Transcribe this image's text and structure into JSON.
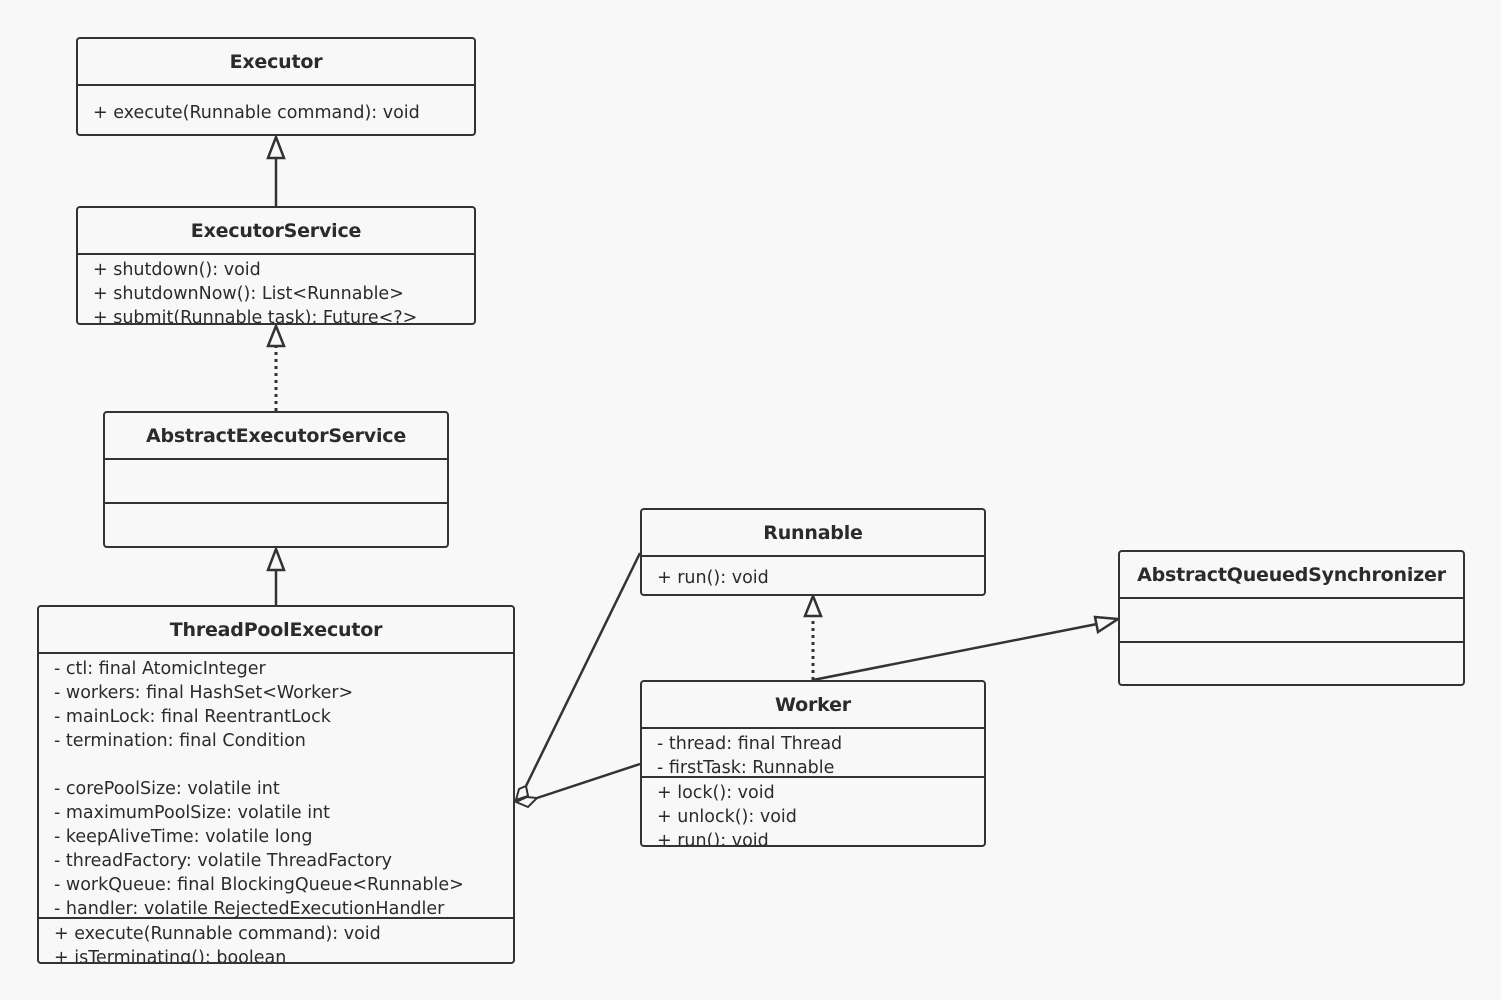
{
  "diagram": {
    "classes": {
      "executor": {
        "name": "Executor",
        "methods": [
          "+ execute(Runnable command): void"
        ]
      },
      "executor_service": {
        "name": "ExecutorService",
        "methods": [
          "+ shutdown(): void",
          "+ shutdownNow(): List<Runnable>",
          "+ submit(Runnable task): Future<?>"
        ]
      },
      "abstract_executor_service": {
        "name": "AbstractExecutorService",
        "attributes": [],
        "methods": []
      },
      "thread_pool_executor": {
        "name": "ThreadPoolExecutor",
        "attributes": [
          "- ctl: final AtomicInteger",
          "- workers: final HashSet<Worker>",
          "- mainLock: final ReentrantLock",
          "- termination: final Condition",
          "",
          "- corePoolSize: volatile int",
          "- maximumPoolSize: volatile int",
          "- keepAliveTime: volatile long",
          "- threadFactory: volatile ThreadFactory",
          "- workQueue: final BlockingQueue<Runnable>",
          "- handler: volatile RejectedExecutionHandler"
        ],
        "methods": [
          "+ execute(Runnable command): void",
          "+ isTerminating(): boolean"
        ]
      },
      "runnable": {
        "name": "Runnable",
        "methods": [
          "+ run(): void"
        ]
      },
      "worker": {
        "name": "Worker",
        "attributes": [
          "- thread: final Thread",
          "- firstTask: Runnable"
        ],
        "methods": [
          "+ lock(): void",
          "+ unlock(): void",
          "+ run(): void"
        ]
      },
      "aqs": {
        "name": "AbstractQueuedSynchronizer",
        "attributes": [],
        "methods": []
      }
    },
    "relations": [
      {
        "from": "executor_service",
        "to": "executor",
        "kind": "generalization"
      },
      {
        "from": "abstract_executor_service",
        "to": "executor_service",
        "kind": "realization"
      },
      {
        "from": "thread_pool_executor",
        "to": "abstract_executor_service",
        "kind": "generalization"
      },
      {
        "from": "worker",
        "to": "runnable",
        "kind": "realization"
      },
      {
        "from": "worker",
        "to": "aqs",
        "kind": "generalization"
      },
      {
        "from": "runnable",
        "to": "thread_pool_executor",
        "kind": "aggregation"
      },
      {
        "from": "worker",
        "to": "thread_pool_executor",
        "kind": "aggregation"
      }
    ]
  }
}
